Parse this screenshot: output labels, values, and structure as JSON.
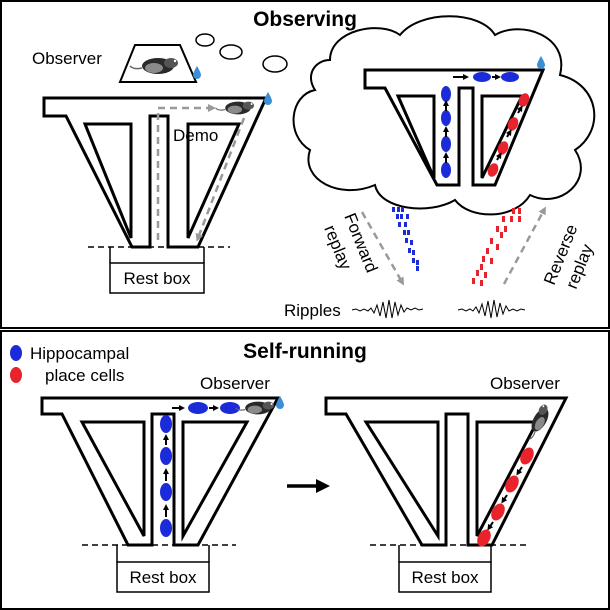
{
  "colors": {
    "blue": "#1c2bd9",
    "red": "#e8232b",
    "water": "#3b8fd6",
    "gray": "#9a9a9a"
  },
  "observing": {
    "title": "Observing",
    "observer_label": "Observer",
    "demo_label": "Demo",
    "rest_box": "Rest box",
    "forward_replay": [
      "Forward",
      "replay"
    ],
    "reverse_replay": [
      "Reverse",
      "replay"
    ],
    "ripples": "Ripples"
  },
  "legend": {
    "line1": "Hippocampal",
    "line2": "place cells"
  },
  "self_running": {
    "title": "Self-running",
    "observer_left": "Observer",
    "observer_right": "Observer",
    "rest_box_left": "Rest box",
    "rest_box_right": "Rest box"
  },
  "icons": [
    "rat-icon",
    "water-drop-icon",
    "thought-cloud-icon",
    "arrow-right-icon"
  ]
}
